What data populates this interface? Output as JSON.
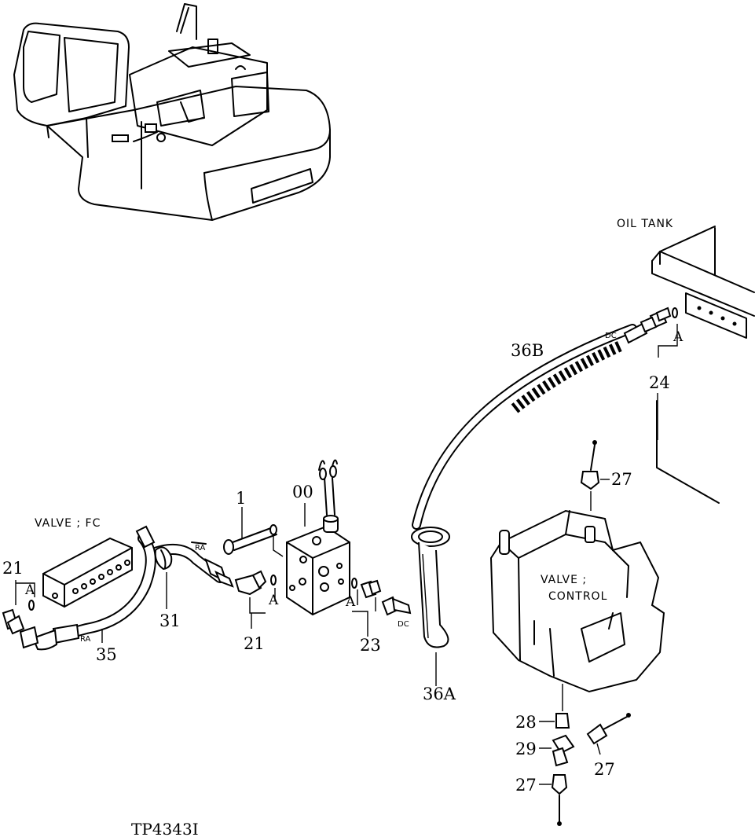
{
  "figure_id": "TP4343I",
  "labels": {
    "oil_tank": "OIL TANK",
    "valve_fc": "VALVE ; FC",
    "valve_control_1": "VALVE ;",
    "valve_control_2": "CONTROL"
  },
  "callouts": {
    "p1": "1",
    "p00": "00",
    "p21_left": "21",
    "p21_mid": "21",
    "p23": "23",
    "p24": "24",
    "p27_top": "27",
    "p27_right": "27",
    "p27_bottom": "27",
    "p28": "28",
    "p29": "29",
    "p31": "31",
    "p35": "35",
    "p36A": "36A",
    "p36B": "36B"
  },
  "markers": {
    "a_left": "A",
    "a_mid1": "A",
    "a_mid2": "A",
    "a_right": "A",
    "ra_top": "RA",
    "ra_bottom": "RA",
    "dc_left": "DC",
    "dc_right": "DC"
  }
}
